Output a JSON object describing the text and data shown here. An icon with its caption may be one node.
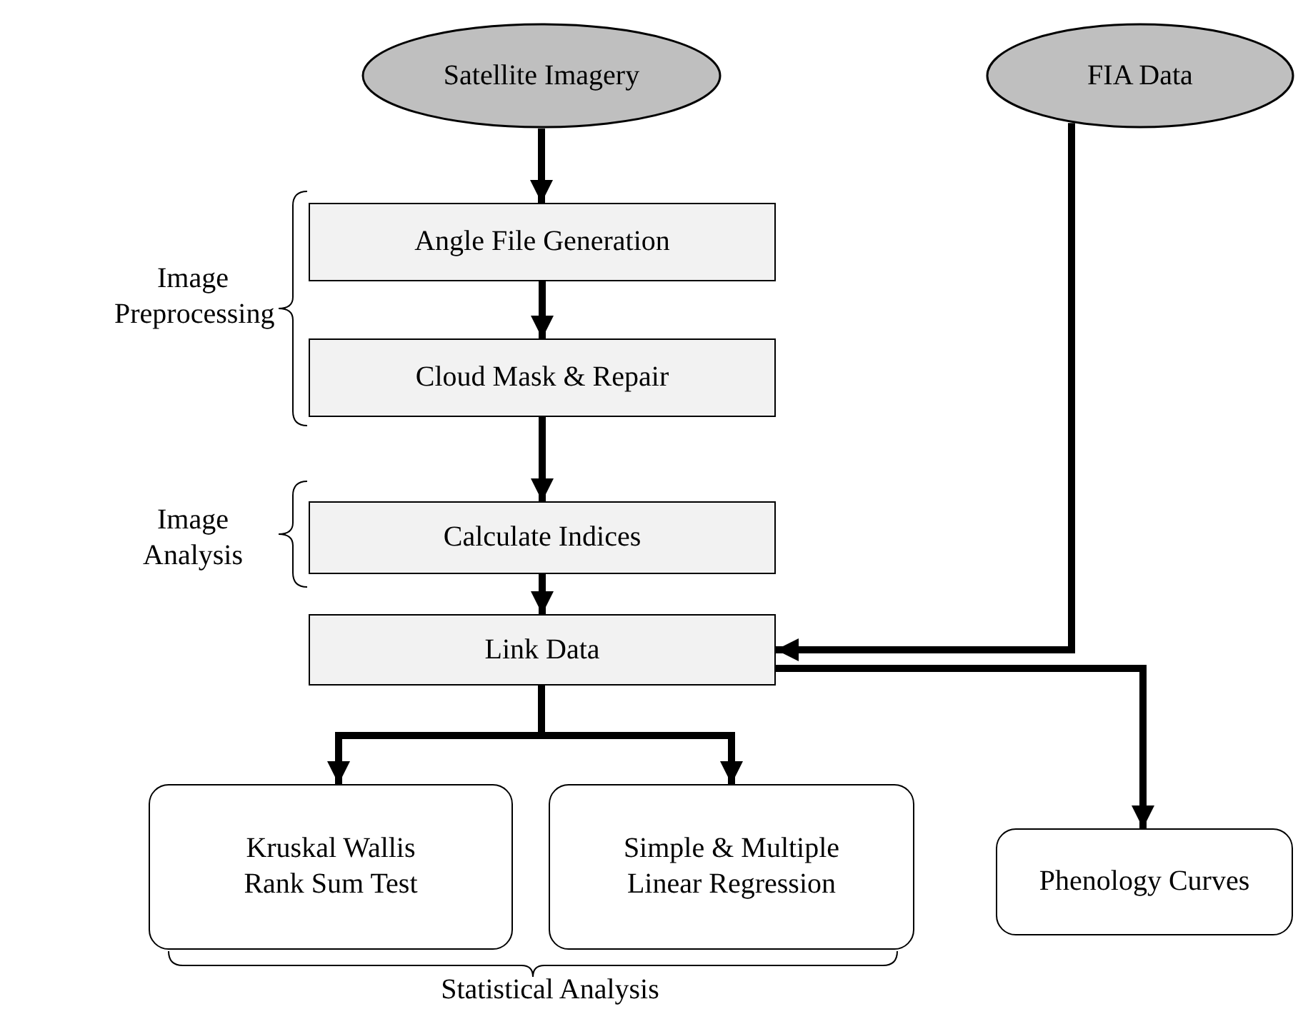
{
  "diagram": {
    "nodes": [
      {
        "text": [
          "Satellite Imagery"
        ]
      },
      {
        "text": [
          "FIA Data"
        ]
      },
      {
        "text": [
          "Angle File Generation"
        ]
      },
      {
        "text": [
          "Cloud Mask & Repair"
        ]
      },
      {
        "text": [
          "Calculate Indices"
        ]
      },
      {
        "text": [
          "Link Data"
        ]
      },
      {
        "text": [
          "Kruskal Wallis Rank Sum Test"
        ]
      },
      {
        "text": [
          "Simple & Multiple Linear Regression"
        ]
      },
      {
        "text": [
          "Phenology Curves"
        ]
      }
    ],
    "edges": [
      {
        "from": 0,
        "to": 2,
        "arrow": "to"
      },
      {
        "from": 2,
        "to": 3,
        "arrow": "to"
      },
      {
        "from": 3,
        "to": 4,
        "arrow": "to"
      },
      {
        "from": 4,
        "to": 5,
        "arrow": "to"
      },
      {
        "from": 1,
        "to": 5,
        "arrow": "to"
      },
      {
        "from": 5,
        "to": 6,
        "arrow": "to"
      },
      {
        "from": 5,
        "to": 7,
        "arrow": "to"
      },
      {
        "from": 5,
        "to": 8,
        "arrow": "to"
      }
    ],
    "labels": [
      "Image Preprocessing",
      "Image Analysis",
      "Statistical Analysis"
    ]
  }
}
